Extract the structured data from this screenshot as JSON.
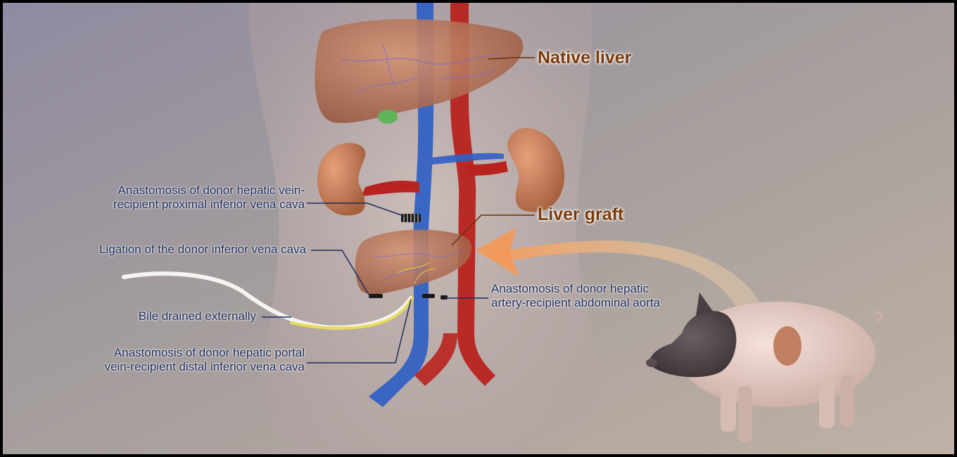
{
  "labels": {
    "native_liver": "Native liver",
    "liver_graft": "Liver graft",
    "hepatic_vein": [
      "Anastomosis of donor hepatic vein-",
      "recipient proximal inferior vena cava"
    ],
    "ligation": "Ligation of the donor inferior vena cava",
    "bile": "Bile drained externally",
    "portal_vein": [
      "Anastomosis of donor hepatic portal",
      "vein-recipient distal inferior vena cava"
    ],
    "artery": [
      "Anastomosis of donor hepatic",
      "artery-recipient abdominal aorta"
    ]
  },
  "colors": {
    "organ_label": "#7a3a0a",
    "annotation_label": "#1c2d5a",
    "aorta": "#b8231f",
    "vena_cava": "#2f5fc4",
    "liver": "#b8704f",
    "kidney": "#c98060",
    "arrow": "#f2a261",
    "pig": "#e8cfc7"
  },
  "icons": [
    "pig-illustration",
    "curved-arrow",
    "drain-tube",
    "suture-marks"
  ]
}
